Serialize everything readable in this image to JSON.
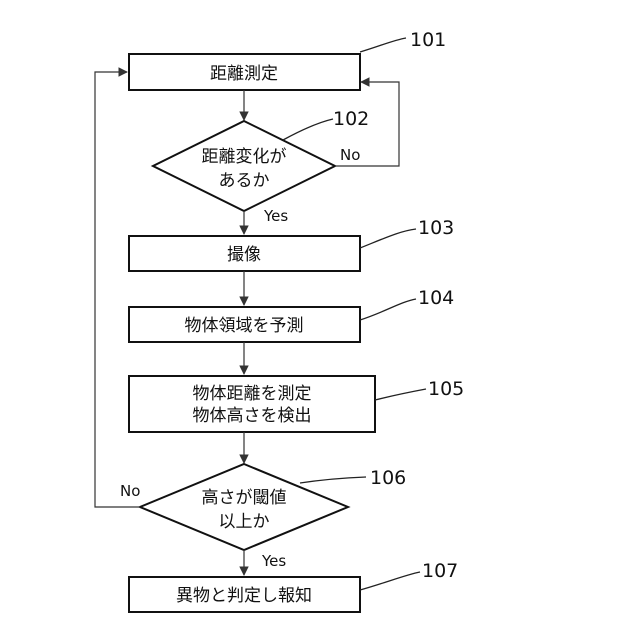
{
  "steps": {
    "s101": {
      "ref": "101",
      "text": "距離測定"
    },
    "s102": {
      "ref": "102",
      "line1": "距離変化が",
      "line2": "あるか",
      "no": "No",
      "yes": "Yes"
    },
    "s103": {
      "ref": "103",
      "text": "撮像"
    },
    "s104": {
      "ref": "104",
      "text": "物体領域を予測"
    },
    "s105": {
      "ref": "105",
      "line1": "物体距離を測定",
      "line2": "物体高さを検出"
    },
    "s106": {
      "ref": "106",
      "line1": "高さが閾値",
      "line2": "以上か",
      "no": "No",
      "yes": "Yes"
    },
    "s107": {
      "ref": "107",
      "text": "異物と判定し報知"
    }
  }
}
